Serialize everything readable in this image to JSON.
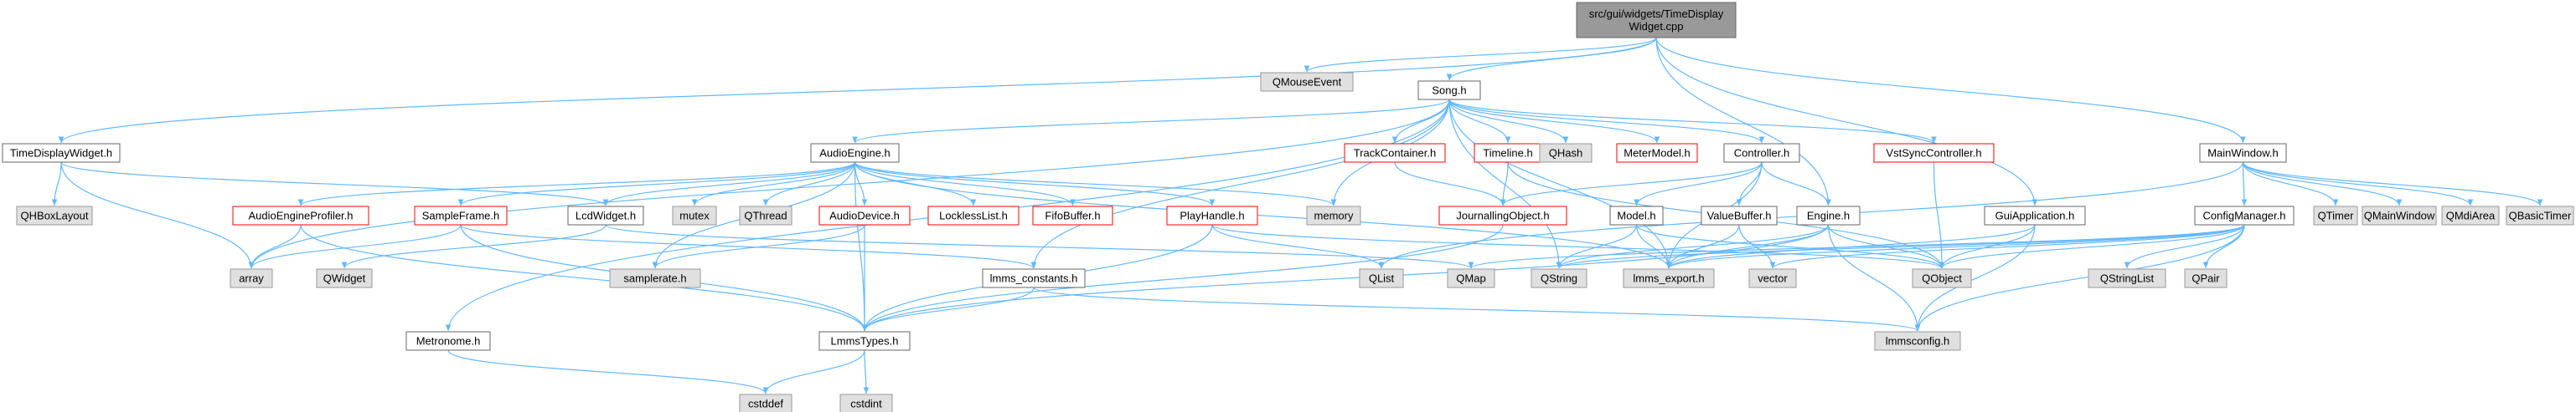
{
  "colors": {
    "edge": "#63b8ff",
    "root_fill": "#999999",
    "root_stroke": "#666666",
    "plain_fill": "#ffffff",
    "plain_stroke": "#666666",
    "external_fill": "#e0e0e0",
    "external_stroke": "#999999",
    "truncated_stroke": "#ff0000",
    "text": "#000000"
  },
  "nodes": {
    "root": {
      "label": [
        "src/gui/widgets/TimeDisplay",
        "Widget.cpp"
      ],
      "style": "root"
    },
    "qmouseevent": {
      "label": [
        "QMouseEvent"
      ],
      "style": "external"
    },
    "song": {
      "label": [
        "Song.h"
      ],
      "style": "plain"
    },
    "timedisplaywidget": {
      "label": [
        "TimeDisplayWidget.h"
      ],
      "style": "plain"
    },
    "audioengine": {
      "label": [
        "AudioEngine.h"
      ],
      "style": "plain"
    },
    "trackcontainer": {
      "label": [
        "TrackContainer.h"
      ],
      "style": "truncated"
    },
    "timeline": {
      "label": [
        "Timeline.h"
      ],
      "style": "truncated"
    },
    "qhash": {
      "label": [
        "QHash"
      ],
      "style": "external"
    },
    "metermodel": {
      "label": [
        "MeterModel.h"
      ],
      "style": "truncated"
    },
    "controller": {
      "label": [
        "Controller.h"
      ],
      "style": "plain"
    },
    "vstsynccontroller": {
      "label": [
        "VstSyncController.h"
      ],
      "style": "truncated"
    },
    "mainwindow": {
      "label": [
        "MainWindow.h"
      ],
      "style": "plain"
    },
    "qhboxlayout": {
      "label": [
        "QHBoxLayout"
      ],
      "style": "external"
    },
    "audioengineprofiler": {
      "label": [
        "AudioEngineProfiler.h"
      ],
      "style": "truncated"
    },
    "sampleframe": {
      "label": [
        "SampleFrame.h"
      ],
      "style": "truncated"
    },
    "lcdwidget": {
      "label": [
        "LcdWidget.h"
      ],
      "style": "plain"
    },
    "mutex": {
      "label": [
        "mutex"
      ],
      "style": "external"
    },
    "qthread": {
      "label": [
        "QThread"
      ],
      "style": "external"
    },
    "audiodevice": {
      "label": [
        "AudioDevice.h"
      ],
      "style": "truncated"
    },
    "locklesslist": {
      "label": [
        "LocklessList.h"
      ],
      "style": "truncated"
    },
    "fifobuffer": {
      "label": [
        "FifoBuffer.h"
      ],
      "style": "truncated"
    },
    "playhandle": {
      "label": [
        "PlayHandle.h"
      ],
      "style": "truncated"
    },
    "memory": {
      "label": [
        "memory"
      ],
      "style": "external"
    },
    "journallingobject": {
      "label": [
        "JournallingObject.h"
      ],
      "style": "truncated"
    },
    "model": {
      "label": [
        "Model.h"
      ],
      "style": "plain"
    },
    "valuebuffer": {
      "label": [
        "ValueBuffer.h"
      ],
      "style": "plain"
    },
    "engine": {
      "label": [
        "Engine.h"
      ],
      "style": "plain"
    },
    "guiapplication": {
      "label": [
        "GuiApplication.h"
      ],
      "style": "plain"
    },
    "configmanager": {
      "label": [
        "ConfigManager.h"
      ],
      "style": "plain"
    },
    "qtimer": {
      "label": [
        "QTimer"
      ],
      "style": "external"
    },
    "qmainwindow": {
      "label": [
        "QMainWindow"
      ],
      "style": "external"
    },
    "qmdiarea": {
      "label": [
        "QMdiArea"
      ],
      "style": "external"
    },
    "qbasictimer": {
      "label": [
        "QBasicTimer"
      ],
      "style": "external"
    },
    "array": {
      "label": [
        "array"
      ],
      "style": "external"
    },
    "qwidget": {
      "label": [
        "QWidget"
      ],
      "style": "external"
    },
    "samplerate": {
      "label": [
        "samplerate.h"
      ],
      "style": "external"
    },
    "lmmsconstants": {
      "label": [
        "lmms_constants.h"
      ],
      "style": "plain"
    },
    "qlist": {
      "label": [
        "QList"
      ],
      "style": "external"
    },
    "qmap": {
      "label": [
        "QMap"
      ],
      "style": "external"
    },
    "qstring": {
      "label": [
        "QString"
      ],
      "style": "external"
    },
    "lmmsexport": {
      "label": [
        "lmms_export.h"
      ],
      "style": "external"
    },
    "vector": {
      "label": [
        "vector"
      ],
      "style": "external"
    },
    "qobject": {
      "label": [
        "QObject"
      ],
      "style": "external"
    },
    "qstringlist": {
      "label": [
        "QStringList"
      ],
      "style": "external"
    },
    "qpair": {
      "label": [
        "QPair"
      ],
      "style": "external"
    },
    "metronome": {
      "label": [
        "Metronome.h"
      ],
      "style": "plain"
    },
    "lmmstypes": {
      "label": [
        "LmmsTypes.h"
      ],
      "style": "plain"
    },
    "lmmsconfig": {
      "label": [
        "lmmsconfig.h"
      ],
      "style": "external"
    },
    "cstddef": {
      "label": [
        "cstddef"
      ],
      "style": "external"
    },
    "cstdint": {
      "label": [
        "cstdint"
      ],
      "style": "external"
    }
  },
  "edges": [
    [
      "root",
      "qmouseevent"
    ],
    [
      "root",
      "song"
    ],
    [
      "root",
      "timedisplaywidget"
    ],
    [
      "root",
      "engine"
    ],
    [
      "root",
      "guiapplication"
    ],
    [
      "root",
      "mainwindow"
    ],
    [
      "song",
      "audioengine"
    ],
    [
      "song",
      "trackcontainer"
    ],
    [
      "song",
      "timeline"
    ],
    [
      "song",
      "qhash"
    ],
    [
      "song",
      "metermodel"
    ],
    [
      "song",
      "controller"
    ],
    [
      "song",
      "vstsynccontroller"
    ],
    [
      "song",
      "array"
    ],
    [
      "song",
      "memory"
    ],
    [
      "song",
      "lmmsconstants"
    ],
    [
      "song",
      "qstring"
    ],
    [
      "song",
      "lmmsexport"
    ],
    [
      "song",
      "metronome"
    ],
    [
      "timedisplaywidget",
      "qhboxlayout"
    ],
    [
      "timedisplaywidget",
      "lcdwidget"
    ],
    [
      "timedisplaywidget",
      "array"
    ],
    [
      "audioengine",
      "audioengineprofiler"
    ],
    [
      "audioengine",
      "sampleframe"
    ],
    [
      "audioengine",
      "lcdwidget"
    ],
    [
      "audioengine",
      "mutex"
    ],
    [
      "audioengine",
      "qthread"
    ],
    [
      "audioengine",
      "audiodevice"
    ],
    [
      "audioengine",
      "locklesslist"
    ],
    [
      "audioengine",
      "fifobuffer"
    ],
    [
      "audioengine",
      "playhandle"
    ],
    [
      "audioengine",
      "memory"
    ],
    [
      "audioengine",
      "samplerate"
    ],
    [
      "audioengine",
      "lmmstypes"
    ],
    [
      "audioengine",
      "lmmsexport"
    ],
    [
      "trackcontainer",
      "journallingobject"
    ],
    [
      "timeline",
      "journallingobject"
    ],
    [
      "timeline",
      "qobject"
    ],
    [
      "controller",
      "journallingobject"
    ],
    [
      "controller",
      "model"
    ],
    [
      "controller",
      "valuebuffer"
    ],
    [
      "controller",
      "engine"
    ],
    [
      "controller",
      "lmmsexport"
    ],
    [
      "vstsynccontroller",
      "qobject"
    ],
    [
      "mainwindow",
      "configmanager"
    ],
    [
      "mainwindow",
      "qtimer"
    ],
    [
      "mainwindow",
      "qmainwindow"
    ],
    [
      "mainwindow",
      "qmdiarea"
    ],
    [
      "mainwindow",
      "qbasictimer"
    ],
    [
      "mainwindow",
      "qlist"
    ],
    [
      "audioengineprofiler",
      "array"
    ],
    [
      "audioengineprofiler",
      "lmmstypes"
    ],
    [
      "sampleframe",
      "array"
    ],
    [
      "sampleframe",
      "lmmsconstants"
    ],
    [
      "sampleframe",
      "lmmstypes"
    ],
    [
      "lcdwidget",
      "qwidget"
    ],
    [
      "lcdwidget",
      "qmap"
    ],
    [
      "audiodevice",
      "samplerate"
    ],
    [
      "audiodevice",
      "lmmstypes"
    ],
    [
      "playhandle",
      "qlist"
    ],
    [
      "playhandle",
      "lmmstypes"
    ],
    [
      "playhandle",
      "qobject"
    ],
    [
      "journallingobject",
      "lmmstypes"
    ],
    [
      "model",
      "qstring"
    ],
    [
      "model",
      "lmmsexport"
    ],
    [
      "model",
      "qobject"
    ],
    [
      "valuebuffer",
      "lmmsexport"
    ],
    [
      "valuebuffer",
      "vector"
    ],
    [
      "engine",
      "qobject"
    ],
    [
      "engine",
      "lmmsexport"
    ],
    [
      "engine",
      "lmmsconfig"
    ],
    [
      "engine",
      "lmmstypes"
    ],
    [
      "engine",
      "qstring"
    ],
    [
      "guiapplication",
      "qobject"
    ],
    [
      "guiapplication",
      "lmmsexport"
    ],
    [
      "guiapplication",
      "lmmsconfig"
    ],
    [
      "configmanager",
      "qmap"
    ],
    [
      "configmanager",
      "qstring"
    ],
    [
      "configmanager",
      "lmmsexport"
    ],
    [
      "configmanager",
      "vector"
    ],
    [
      "configmanager",
      "qobject"
    ],
    [
      "configmanager",
      "qstringlist"
    ],
    [
      "configmanager",
      "qpair"
    ],
    [
      "configmanager",
      "lmmsconfig"
    ],
    [
      "lmmsconstants",
      "lmmstypes"
    ],
    [
      "lmmsconstants",
      "lmmsconfig"
    ],
    [
      "metronome",
      "cstddef"
    ],
    [
      "lmmstypes",
      "cstddef"
    ],
    [
      "lmmstypes",
      "cstdint"
    ]
  ]
}
